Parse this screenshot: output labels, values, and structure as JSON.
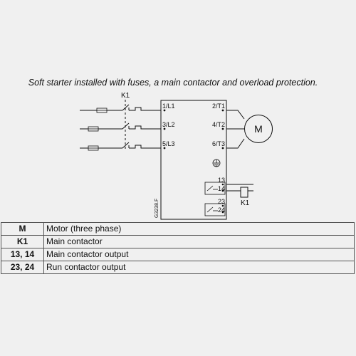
{
  "caption": "Soft starter installed with fuses, a main contactor and overload protection.",
  "labels": {
    "k1_top": "K1",
    "k1_coil": "K1",
    "l1": "1/L1",
    "l2": "3/L2",
    "l3": "5/L3",
    "t1": "2/T1",
    "t2": "4/T2",
    "t3": "6/T3",
    "motor": "M",
    "t13": "13",
    "t14": "14",
    "t23": "23",
    "t24": "24",
    "ref": "G3238.F"
  },
  "legend": [
    {
      "symbol": "M",
      "description": "Motor (three phase)"
    },
    {
      "symbol": "K1",
      "description": "Main contactor"
    },
    {
      "symbol": "13, 14",
      "description": "Main contactor output"
    },
    {
      "symbol": "23, 24",
      "description": "Run contactor output"
    }
  ]
}
